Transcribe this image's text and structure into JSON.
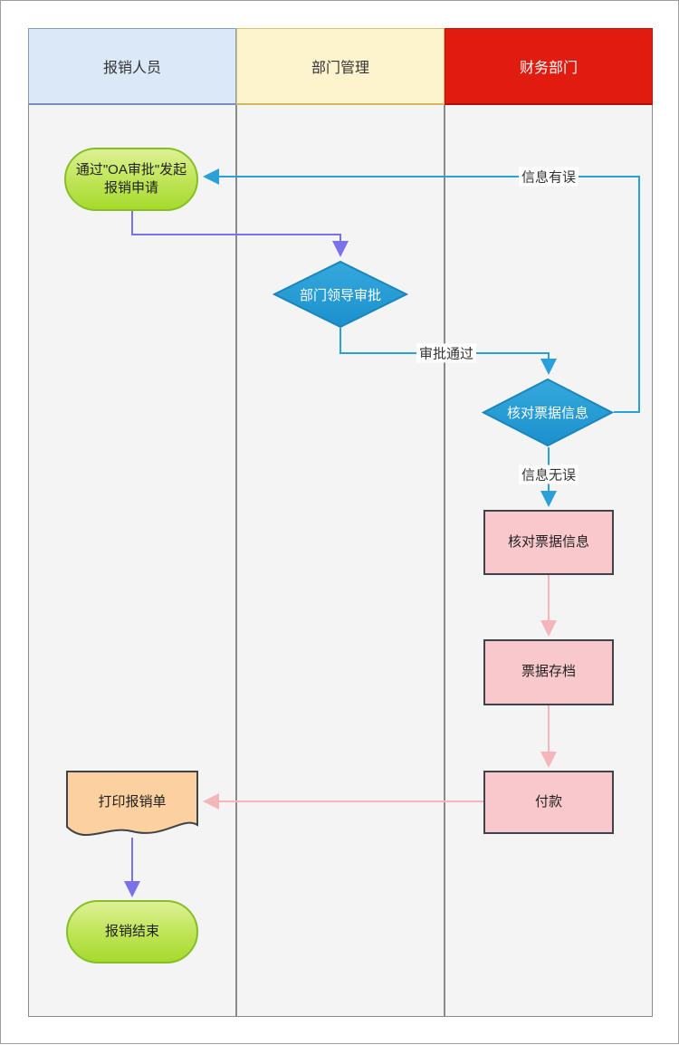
{
  "diagram_title": "expense-reimbursement-flowchart",
  "lanes": [
    {
      "label": "报销人员"
    },
    {
      "label": "部门管理"
    },
    {
      "label": "财务部门"
    }
  ],
  "nodes": {
    "start": {
      "label": "通过\"OA审批\"发起报销申请",
      "type": "start"
    },
    "decision_leader": {
      "label": "部门领导审批",
      "type": "decision"
    },
    "decision_verify": {
      "label": "核对票据信息",
      "type": "decision"
    },
    "process_verify": {
      "label": "核对票据信息",
      "type": "process"
    },
    "process_archive": {
      "label": "票据存档",
      "type": "process"
    },
    "process_pay": {
      "label": "付款",
      "type": "process"
    },
    "doc_print": {
      "label": "打印报销单",
      "type": "document"
    },
    "end": {
      "label": "报销结束",
      "type": "end"
    }
  },
  "edge_labels": {
    "info_error": "信息有误",
    "approved": "审批通过",
    "info_ok": "信息无误"
  },
  "colors": {
    "lane1_header_bg": "#dbe8f7",
    "lane2_header_bg": "#fdf3cd",
    "lane3_header_bg": "#e21b10",
    "lane_body_bg": "#f4f4f5",
    "start_end_fill": "#a6da2d",
    "start_end_border": "#83bf25",
    "decision_fill": "#209cd8",
    "process_fill": "#f9c8cc",
    "document_fill": "#fcd09f",
    "edge_purple": "#7b72e9",
    "edge_blue": "#2aa0d8",
    "edge_pink": "#f5b6bb"
  }
}
